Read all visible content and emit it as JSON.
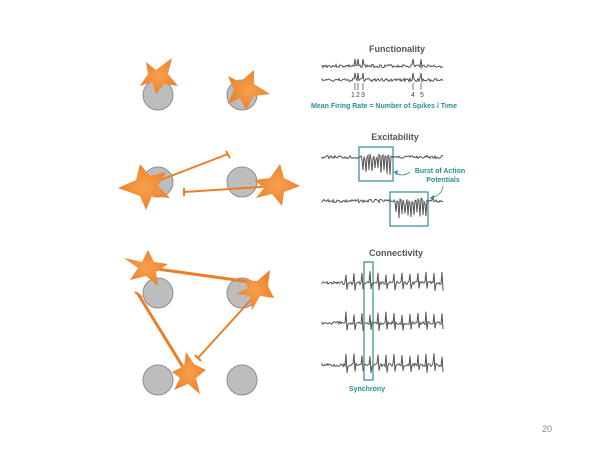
{
  "colors": {
    "electrode": "#bdbdbd",
    "neuron": "#f28c38",
    "trace": "#555555",
    "accent": "#2e8b9a"
  },
  "sections": {
    "functionality": {
      "title": "Functionality",
      "marks": [
        "1",
        "2",
        "3",
        "4",
        "5"
      ],
      "caption": "Mean Firing Rate = Number of Spikes / Time"
    },
    "excitability": {
      "title": "Excitability",
      "annotation_line1": "Burst of Action",
      "annotation_line2": "Potentials"
    },
    "connectivity": {
      "title": "Connectivity",
      "annotation": "Synchrony"
    }
  },
  "page_number": "20"
}
